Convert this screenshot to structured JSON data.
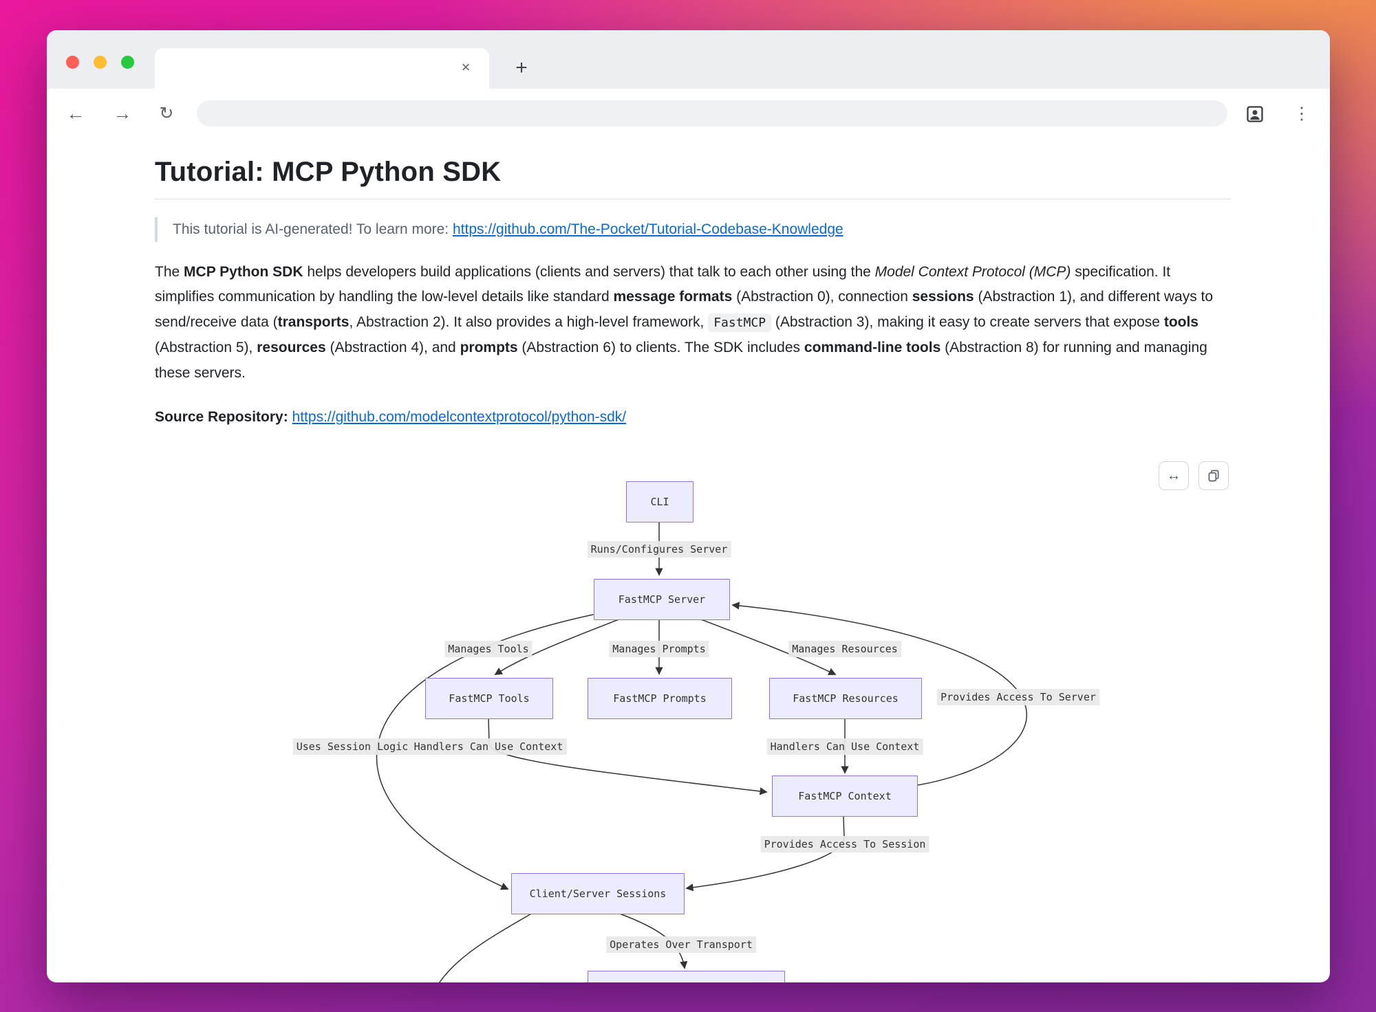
{
  "browser": {
    "tab": {
      "close_icon": "×"
    },
    "new_tab_icon": "+",
    "back_icon": "←",
    "forward_icon": "→",
    "reload_icon": "↻",
    "menu_icon": "⋮",
    "address_value": ""
  },
  "page": {
    "title": "Tutorial: MCP Python SDK",
    "callout": {
      "text": "This tutorial is AI-generated! To learn more: ",
      "link_text": "https://github.com/The-Pocket/Tutorial-Codebase-Knowledge"
    },
    "intro_segments": [
      "The ",
      "MCP Python SDK",
      " helps developers build applications (clients and servers) that talk to each other using the ",
      "Model Context Protocol (MCP)",
      " specification. It simplifies communication by handling the low-level details like standard ",
      "message formats",
      " (Abstraction 0), connection ",
      "sessions",
      " (Abstraction 1), and different ways to send/receive data (",
      "transports",
      ", Abstraction 2). It also provides a high-level framework, ",
      "FastMCP",
      " (Abstraction 3), making it easy to create servers that expose ",
      "tools",
      " (Abstraction 5), ",
      "resources",
      " (Abstraction 4), and ",
      "prompts",
      " (Abstraction 6) to clients. The SDK includes ",
      "command-line tools",
      " (Abstraction 8) for running and managing these servers."
    ],
    "source": {
      "label": "Source Repository: ",
      "link_text": "https://github.com/modelcontextprotocol/python-sdk/"
    }
  },
  "diagram": {
    "toolbar": {
      "expand_icon": "↔"
    },
    "nodes": {
      "cli": "CLI",
      "server": "FastMCP Server",
      "tools": "FastMCP Tools",
      "prompts": "FastMCP Prompts",
      "resources": "FastMCP Resources",
      "context": "FastMCP Context",
      "sessions": "Client/Server Sessions",
      "transport": ""
    },
    "edge_labels": {
      "runs_configures": "Runs/Configures Server",
      "manages_tools": "Manages Tools",
      "manages_prompts": "Manages Prompts",
      "manages_resources": "Manages Resources",
      "provides_access_server": "Provides Access To Server",
      "uses_session_logic": "Uses Session Logic",
      "handlers_context_left": "Handlers Can Use Context",
      "handlers_context_right": "Handlers Can Use Context",
      "provides_access_session": "Provides Access To Session",
      "operates_over_transport": "Operates Over Transport"
    },
    "colors": {
      "node_fill": "#ECECFF",
      "node_border": "#9370DB",
      "edge": "#333333",
      "label_bg": "#e8e8e8",
      "link": "#0969da"
    }
  }
}
